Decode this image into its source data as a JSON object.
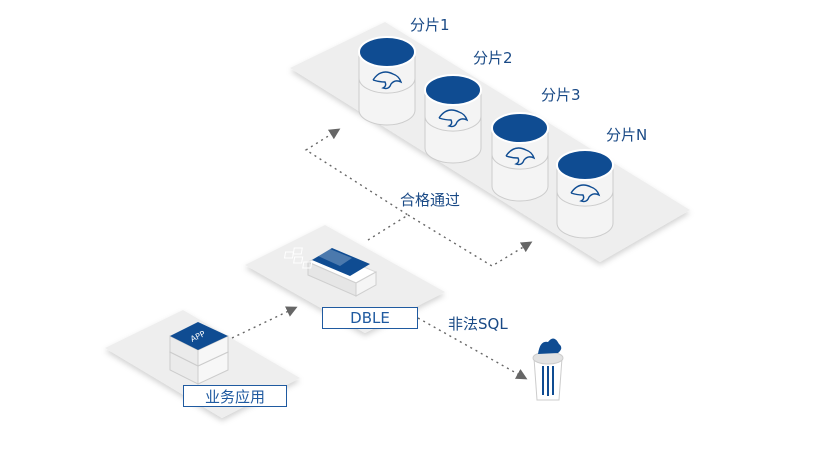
{
  "shards": [
    {
      "label": "分片1"
    },
    {
      "label": "分片2"
    },
    {
      "label": "分片3"
    },
    {
      "label": "分片N"
    }
  ],
  "flows": {
    "pass_label": "合格通过",
    "reject_label": "非法SQL"
  },
  "nodes": {
    "app_label": "业务应用",
    "app_icon_text": "APP",
    "dble_label": "DBLE"
  },
  "colors": {
    "platform": "#eeeeee",
    "accent": "#1f5aa0",
    "dark_blue": "#0f4c92",
    "arrow": "#666666"
  }
}
